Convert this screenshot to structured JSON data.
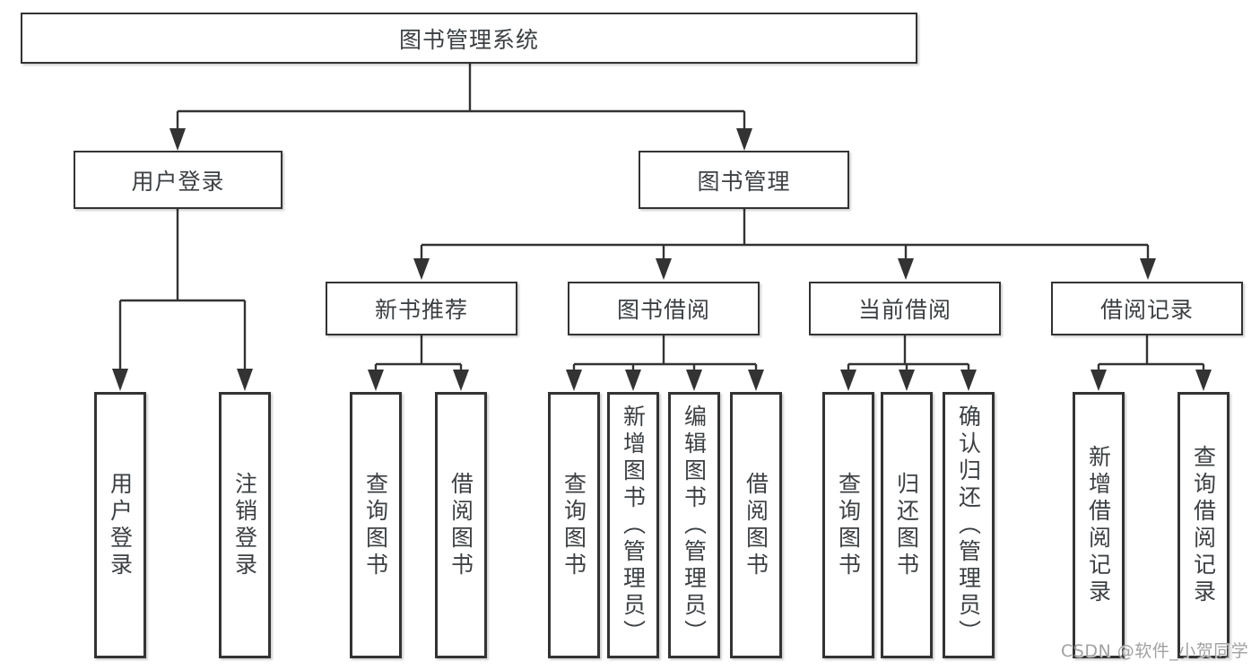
{
  "page": {
    "background": "#ffffff"
  },
  "colors": {
    "line": "#333333",
    "text": "#3c4043",
    "box_background": "#ffffff",
    "watermark": "#a1a1a1"
  },
  "tree": {
    "root": {
      "label": "图书管理系统"
    },
    "level2": [
      {
        "label": "用户登录"
      },
      {
        "label": "图书管理"
      }
    ],
    "level3": [
      {
        "label": "新书推荐"
      },
      {
        "label": "图书借阅"
      },
      {
        "label": "当前借阅"
      },
      {
        "label": "借阅记录"
      }
    ],
    "leaves": {
      "user_login": [
        "用户登录",
        "注销登录"
      ],
      "new_book_recommend": [
        "查询图书",
        "借阅图书"
      ],
      "book_borrow": [
        "查询图书",
        "新增图书（管理员）",
        "编辑图书（管理员）",
        "借阅图书"
      ],
      "current_borrow": [
        "查询图书",
        "归还图书",
        "确认归还（管理员）"
      ],
      "borrow_records": [
        "新增借阅记录",
        "查询借阅记录"
      ]
    }
  },
  "watermark": {
    "text": "CSDN @软件_小贺同学"
  }
}
